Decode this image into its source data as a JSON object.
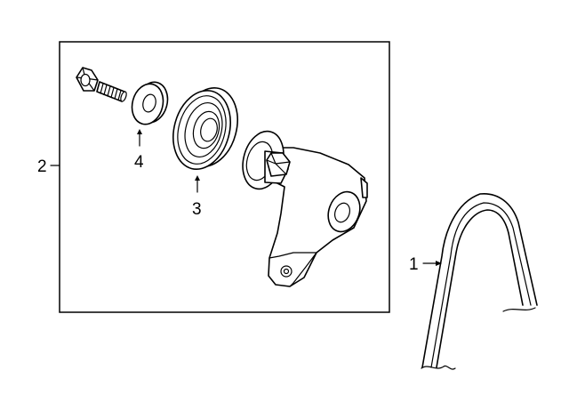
{
  "callouts": {
    "belt": "1",
    "tensioner_assembly": "2",
    "pulley": "3",
    "washer": "4"
  }
}
